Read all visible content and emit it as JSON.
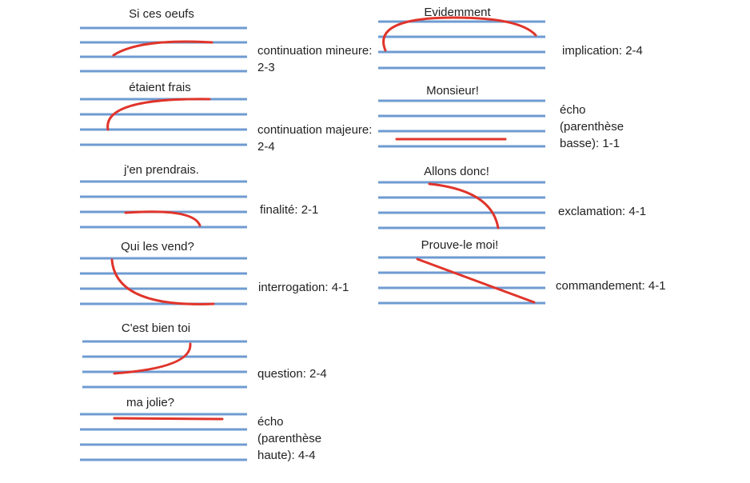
{
  "diagrams": [
    {
      "phrase": "Si ces oeufs",
      "label": "continuation mineure: 2-3"
    },
    {
      "phrase": "étaient frais",
      "label": "continuation majeure: 2-4"
    },
    {
      "phrase": "j'en prendrais.",
      "label": "finalité:  2-1"
    },
    {
      "phrase": "Qui les vend?",
      "label": "interrogation:  4-1"
    },
    {
      "phrase": "C'est bien toi",
      "label": "question: 2-4"
    },
    {
      "phrase": "ma jolie?",
      "label": "écho (parenthèse haute): 4-4"
    },
    {
      "phrase": "Evidemment",
      "label": "implication: 2-4"
    },
    {
      "phrase": "Monsieur!",
      "label": "écho (parenthèse basse): 1-1"
    },
    {
      "phrase": "Allons donc!",
      "label": "exclamation: 4-1"
    },
    {
      "phrase": "Prouve-le moi!",
      "label": "commandement: 4-1"
    }
  ],
  "colors": {
    "staff": "#6f9bd1",
    "contour": "#e0342a"
  }
}
